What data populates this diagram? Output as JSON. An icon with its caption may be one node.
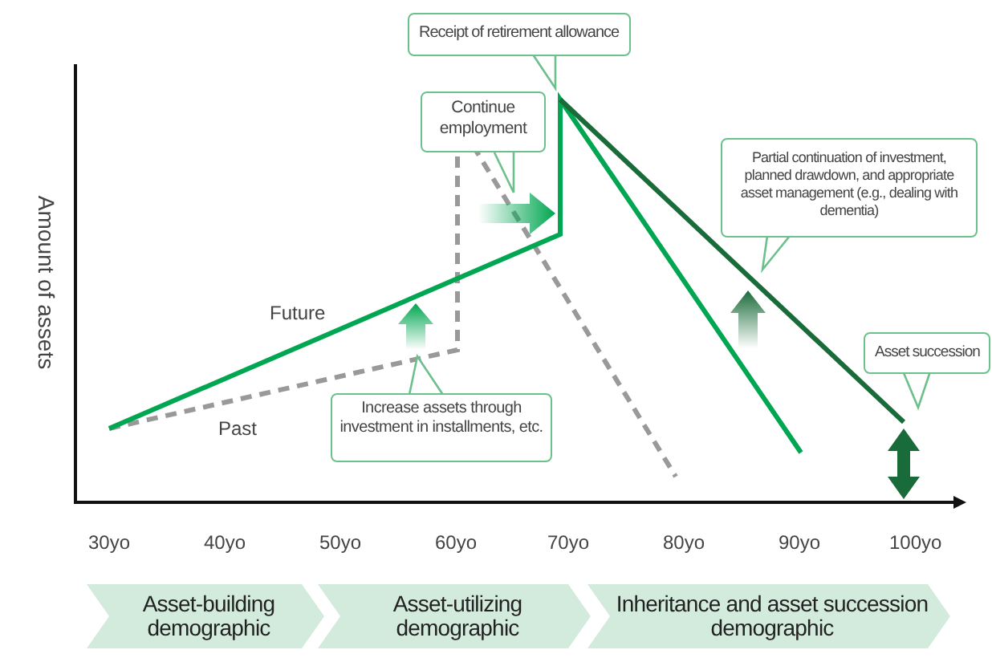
{
  "diagram": {
    "nodes": [
      {
        "text": [
          "Receipt of retirement allowance"
        ]
      },
      {
        "text": [
          "Continue employment"
        ]
      },
      {
        "text": [
          "Partial continuation of investment, planned drawdown, and appropriate asset management (e.g., dealing with dementia)"
        ]
      },
      {
        "text": [
          "Asset succession"
        ]
      },
      {
        "text": [
          "Increase assets through investment in installments, etc."
        ]
      },
      {
        "text": [
          "Asset-building demographic"
        ]
      },
      {
        "text": [
          "Asset-utilizing demographic"
        ]
      },
      {
        "text": [
          "Inheritance and asset succession demographic"
        ]
      }
    ],
    "edges": [],
    "labels": [
      "Amount of assets",
      "Future",
      "Past",
      "30yo",
      "40yo",
      "50yo",
      "60yo",
      "70yo",
      "80yo",
      "90yo",
      "100yo"
    ]
  }
}
